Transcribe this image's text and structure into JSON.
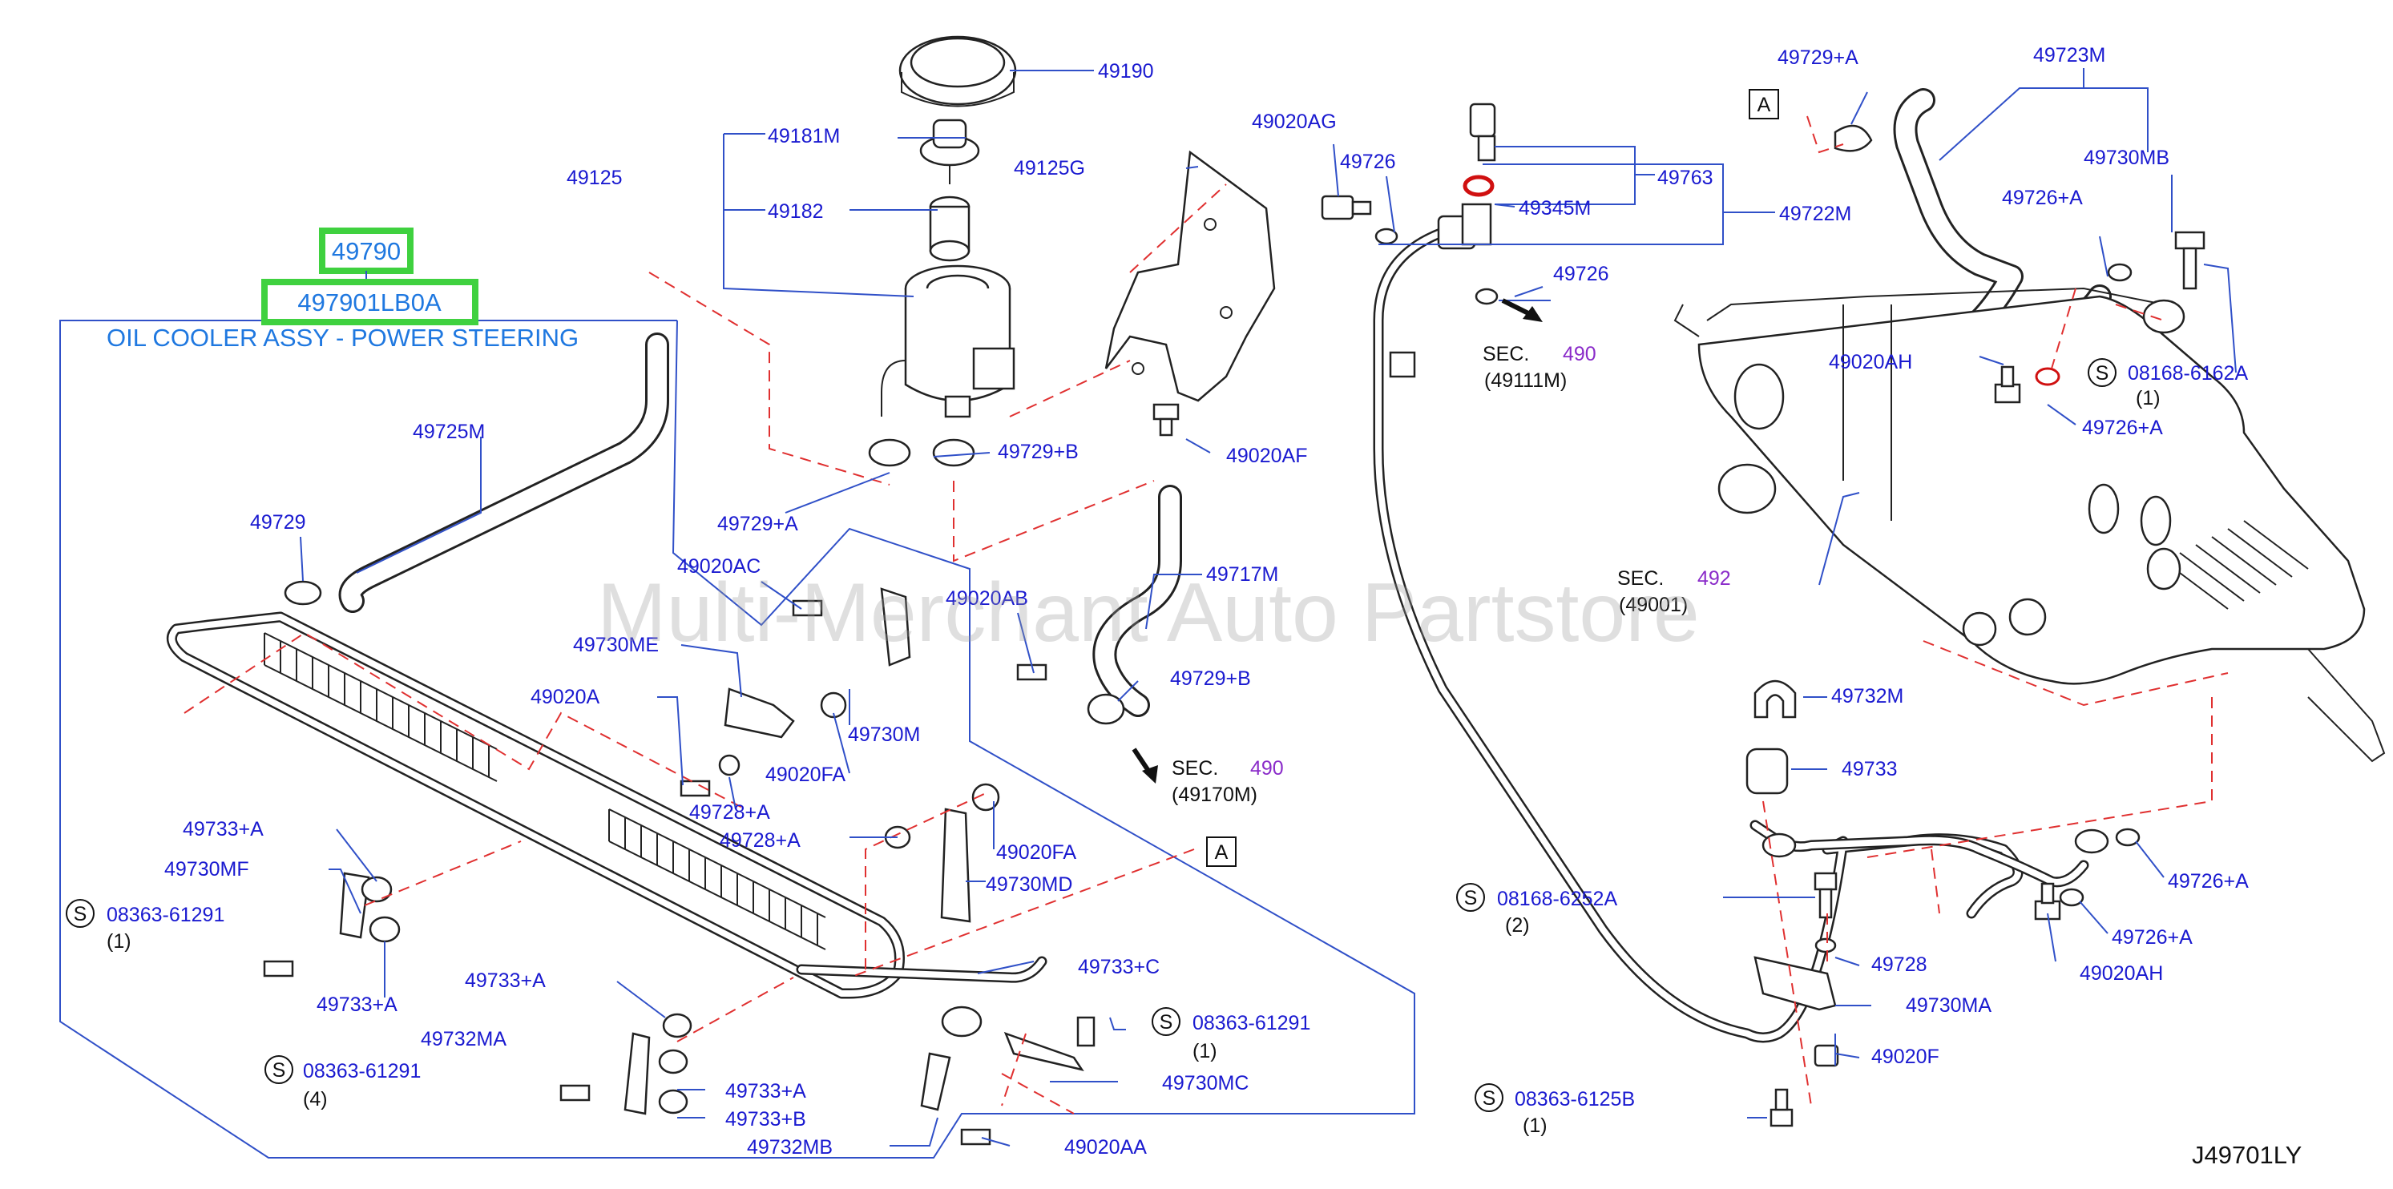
{
  "diagram": {
    "highlight": {
      "part_number": "49790",
      "catalog_number": "497901LB0A",
      "description": "OIL COOLER ASSY - POWER STEERING"
    },
    "watermark": "Multi-Merchant Auto Partstore",
    "figure_code": "J49701LY",
    "sections": [
      {
        "prefix": "SEC.",
        "num": "490",
        "sub": "(49111M)"
      },
      {
        "prefix": "SEC.",
        "num": "492",
        "sub": "(49001)"
      },
      {
        "prefix": "SEC.",
        "num": "490",
        "sub": "(49170M)"
      }
    ],
    "ref_marker": "A",
    "s_marker": "S",
    "labels": {
      "l49190": "49190",
      "l49181M": "49181M",
      "l49125": "49125",
      "l49182": "49182",
      "l49125G": "49125G",
      "l49020AG": "49020AG",
      "l49726a": "49726",
      "l49763": "49763",
      "l49345M": "49345M",
      "l49722M": "49722M",
      "l49726b": "49726",
      "l49729A_top": "49729+A",
      "l49723M": "49723M",
      "l49730MB": "49730MB",
      "l49726A_1": "49726+A",
      "l49020AH_1": "49020AH",
      "l08168_6162A": "08168-6162A",
      "l08168_6162A_q": "(1)",
      "l49726A_2": "49726+A",
      "l49725M": "49725M",
      "l49729B_1": "49729+B",
      "l49020AF": "49020AF",
      "l49729A_2": "49729+A",
      "l49729": "49729",
      "l49020AC": "49020AC",
      "l49020AB": "49020AB",
      "l49717M": "49717M",
      "l49730ME": "49730ME",
      "l49020A": "49020A",
      "l49730M": "49730M",
      "l49020FA_1": "49020FA",
      "l49729B_2": "49729+B",
      "l49728A_1": "49728+A",
      "l49728A_2": "49728+A",
      "l49020FA_2": "49020FA",
      "l49730MD": "49730MD",
      "l49733A_1": "49733+A",
      "l49730MF": "49730MF",
      "l08363_61291_a": "08363-61291",
      "l08363_61291_a_q": "(1)",
      "l49733A_2": "49733+A",
      "l49733A_3": "49733+A",
      "l49732MA": "49732MA",
      "l08363_61291_b": "08363-61291",
      "l08363_61291_b_q": "(4)",
      "l49733A_4": "49733+A",
      "l49733B": "49733+B",
      "l49732MB": "49732MB",
      "l49733C": "49733+C",
      "l08363_61291_c": "08363-61291",
      "l08363_61291_c_q": "(1)",
      "l49730MC": "49730MC",
      "l49020AA": "49020AA",
      "l49732M": "49732M",
      "l49733": "49733",
      "l08168_6252A": "08168-6252A",
      "l08168_6252A_q": "(2)",
      "l49728": "49728",
      "l49730MA": "49730MA",
      "l49020F": "49020F",
      "l08363_6125B": "08363-6125B",
      "l08363_6125B_q": "(1)",
      "l49726A_3": "49726+A",
      "l49726A_4": "49726+A",
      "l49020AH_2": "49020AH"
    }
  }
}
